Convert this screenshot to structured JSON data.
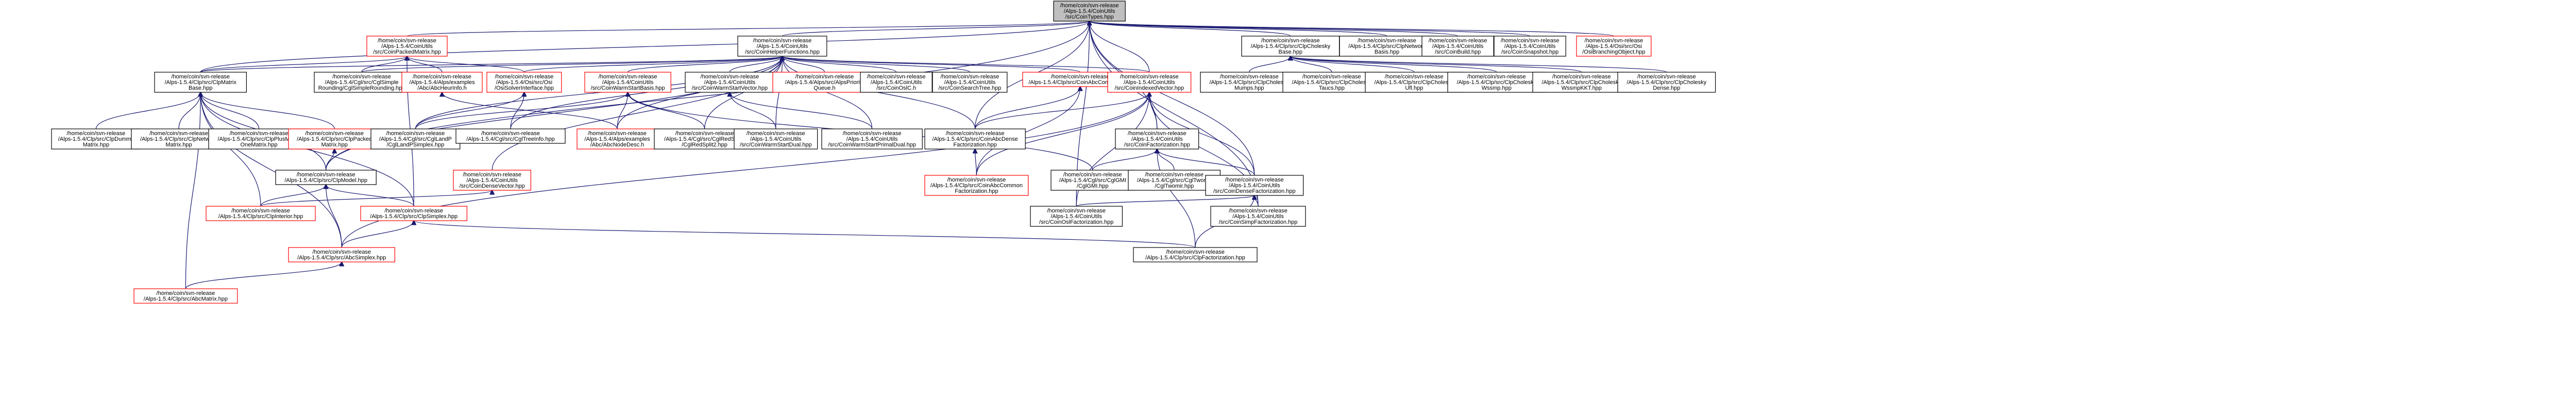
{
  "graph": {
    "nodes": [
      {
        "id": "root",
        "lines": [
          "/home/coin/svn-release",
          "/Alps-1.5.4/CoinUtils",
          "/src/CoinTypes.hpp"
        ],
        "style": "root"
      },
      {
        "id": "coinPackedMatrix",
        "lines": [
          "/home/coin/svn-release",
          "/Alps-1.5.4/CoinUtils",
          "/src/CoinPackedMatrix.hpp"
        ],
        "style": "red"
      },
      {
        "id": "coinHelper",
        "lines": [
          "/home/coin/svn-release",
          "/Alps-1.5.4/CoinUtils",
          "/src/CoinHelperFunctions.hpp"
        ],
        "style": "black"
      },
      {
        "id": "clpCholeskyBase",
        "lines": [
          "/home/coin/svn-release",
          "/Alps-1.5.4/Clp/src/ClpCholesky",
          "Base.hpp"
        ],
        "style": "black"
      },
      {
        "id": "clpNetworkBasis",
        "lines": [
          "/home/coin/svn-release",
          "/Alps-1.5.4/Clp/src/ClpNetwork",
          "Basis.hpp"
        ],
        "style": "black"
      },
      {
        "id": "coinBuild",
        "lines": [
          "/home/coin/svn-release",
          "/Alps-1.5.4/CoinUtils",
          "/src/CoinBuild.hpp"
        ],
        "style": "black"
      },
      {
        "id": "coinSnapshot",
        "lines": [
          "/home/coin/svn-release",
          "/Alps-1.5.4/CoinUtils",
          "/src/CoinSnapshot.hpp"
        ],
        "style": "black"
      },
      {
        "id": "osiBranching",
        "lines": [
          "/home/coin/svn-release",
          "/Alps-1.5.4/Osi/src/Osi",
          "/OsiBranchingObject.hpp"
        ],
        "style": "red"
      },
      {
        "id": "clpMatrixBase",
        "lines": [
          "/home/coin/svn-release",
          "/Alps-1.5.4/Clp/src/ClpMatrix",
          "Base.hpp"
        ],
        "style": "black"
      },
      {
        "id": "cglSimpleRounding",
        "lines": [
          "/home/coin/svn-release",
          "/Alps-1.5.4/Cgl/src/CglSimple",
          "Rounding/CglSimpleRounding.hpp"
        ],
        "style": "black"
      },
      {
        "id": "abcHeurInfo",
        "lines": [
          "/home/coin/svn-release",
          "/Alps-1.5.4/Alps/examples",
          "/Abc/AbcHeurInfo.h"
        ],
        "style": "red"
      },
      {
        "id": "osiSolverInterface",
        "lines": [
          "/home/coin/svn-release",
          "/Alps-1.5.4/Osi/src/Osi",
          "/OsiSolverInterface.hpp"
        ],
        "style": "red"
      },
      {
        "id": "coinWarmStartBasis",
        "lines": [
          "/home/coin/svn-release",
          "/Alps-1.5.4/CoinUtils",
          "/src/CoinWarmStartBasis.hpp"
        ],
        "style": "red"
      },
      {
        "id": "coinWarmStartVector",
        "lines": [
          "/home/coin/svn-release",
          "/Alps-1.5.4/CoinUtils",
          "/src/CoinWarmStartVector.hpp"
        ],
        "style": "black"
      },
      {
        "id": "alpsPriorityQueue",
        "lines": [
          "/home/coin/svn-release",
          "/Alps-1.5.4/Alps/src/AlpsPriority",
          "Queue.h"
        ],
        "style": "red"
      },
      {
        "id": "coinOslC",
        "lines": [
          "/home/coin/svn-release",
          "/Alps-1.5.4/CoinUtils",
          "/src/CoinOslC.h"
        ],
        "style": "black"
      },
      {
        "id": "coinSearchTree",
        "lines": [
          "/home/coin/svn-release",
          "/Alps-1.5.4/CoinUtils",
          "/src/CoinSearchTree.hpp"
        ],
        "style": "black"
      },
      {
        "id": "coinAbcCommon",
        "lines": [
          "/home/coin/svn-release",
          "/Alps-1.5.4/Clp/src/CoinAbcCommon.hpp"
        ],
        "style": "red"
      },
      {
        "id": "coinIndexedVector",
        "lines": [
          "/home/coin/svn-release",
          "/Alps-1.5.4/CoinUtils",
          "/src/CoinIndexedVector.hpp"
        ],
        "style": "red"
      },
      {
        "id": "clpCholeskyMumps",
        "lines": [
          "/home/coin/svn-release",
          "/Alps-1.5.4/Clp/src/ClpCholesky",
          "Mumps.hpp"
        ],
        "style": "black"
      },
      {
        "id": "clpCholeskyTaucs",
        "lines": [
          "/home/coin/svn-release",
          "/Alps-1.5.4/Clp/src/ClpCholesky",
          "Taucs.hpp"
        ],
        "style": "black"
      },
      {
        "id": "clpCholeskyUfl",
        "lines": [
          "/home/coin/svn-release",
          "/Alps-1.5.4/Clp/src/ClpCholesky",
          "Ufl.hpp"
        ],
        "style": "black"
      },
      {
        "id": "clpCholeskyWssmp",
        "lines": [
          "/home/coin/svn-release",
          "/Alps-1.5.4/Clp/src/ClpCholesky",
          "Wssmp.hpp"
        ],
        "style": "black"
      },
      {
        "id": "clpCholeskyWssmpKKT",
        "lines": [
          "/home/coin/svn-release",
          "/Alps-1.5.4/Clp/src/ClpCholesky",
          "WssmpKKT.hpp"
        ],
        "style": "black"
      },
      {
        "id": "clpCholeskyDense",
        "lines": [
          "/home/coin/svn-release",
          "/Alps-1.5.4/Clp/src/ClpCholesky",
          "Dense.hpp"
        ],
        "style": "black"
      },
      {
        "id": "clpDummyMatrix",
        "lines": [
          "/home/coin/svn-release",
          "/Alps-1.5.4/Clp/src/ClpDummy",
          "Matrix.hpp"
        ],
        "style": "black"
      },
      {
        "id": "clpNetworkMatrix",
        "lines": [
          "/home/coin/svn-release",
          "/Alps-1.5.4/Clp/src/ClpNetwork",
          "Matrix.hpp"
        ],
        "style": "black"
      },
      {
        "id": "clpPlusMinusOne",
        "lines": [
          "/home/coin/svn-release",
          "/Alps-1.5.4/Clp/src/ClpPlusMinus",
          "OneMatrix.hpp"
        ],
        "style": "black"
      },
      {
        "id": "clpPackedMatrix",
        "lines": [
          "/home/coin/svn-release",
          "/Alps-1.5.4/Clp/src/ClpPacked",
          "Matrix.hpp"
        ],
        "style": "red"
      },
      {
        "id": "cglLandP",
        "lines": [
          "/home/coin/svn-release",
          "/Alps-1.5.4/Cgl/src/CglLandP",
          "/CglLandPSimplex.hpp"
        ],
        "style": "black"
      },
      {
        "id": "cglTreeInfo",
        "lines": [
          "/home/coin/svn-release",
          "/Alps-1.5.4/Cgl/src/CglTreeInfo.hpp"
        ],
        "style": "black"
      },
      {
        "id": "abcNodeDesc",
        "lines": [
          "/home/coin/svn-release",
          "/Alps-1.5.4/Alps/examples",
          "/Abc/AbcNodeDesc.h"
        ],
        "style": "red"
      },
      {
        "id": "cglRedSplit2",
        "lines": [
          "/home/coin/svn-release",
          "/Alps-1.5.4/Cgl/src/CglRedSplit2",
          "/CglRedSplit2.hpp"
        ],
        "style": "black"
      },
      {
        "id": "coinWarmStartDual",
        "lines": [
          "/home/coin/svn-release",
          "/Alps-1.5.4/CoinUtils",
          "/src/CoinWarmStartDual.hpp"
        ],
        "style": "black"
      },
      {
        "id": "coinWarmStartPrimalDual",
        "lines": [
          "/home/coin/svn-release",
          "/Alps-1.5.4/CoinUtils",
          "/src/CoinWarmStartPrimalDual.hpp"
        ],
        "style": "black"
      },
      {
        "id": "coinAbcDenseFactorization",
        "lines": [
          "/home/coin/svn-release",
          "/Alps-1.5.4/Clp/src/CoinAbcDense",
          "Factorization.hpp"
        ],
        "style": "black"
      },
      {
        "id": "coinFactorization",
        "lines": [
          "/home/coin/svn-release",
          "/Alps-1.5.4/CoinUtils",
          "/src/CoinFactorization.hpp"
        ],
        "style": "black"
      },
      {
        "id": "clpModel",
        "lines": [
          "/home/coin/svn-release",
          "/Alps-1.5.4/Clp/src/ClpModel.hpp"
        ],
        "style": "black"
      },
      {
        "id": "coinDenseVector",
        "lines": [
          "/home/coin/svn-release",
          "/Alps-1.5.4/CoinUtils",
          "/src/CoinDenseVector.hpp"
        ],
        "style": "red"
      },
      {
        "id": "coinAbcCommonFactorization",
        "lines": [
          "/home/coin/svn-release",
          "/Alps-1.5.4/Clp/src/CoinAbcCommon",
          "Factorization.hpp"
        ],
        "style": "red"
      },
      {
        "id": "cglGMI",
        "lines": [
          "/home/coin/svn-release",
          "/Alps-1.5.4/Cgl/src/CglGMI",
          "/CglGMI.hpp"
        ],
        "style": "black"
      },
      {
        "id": "cglTwomir",
        "lines": [
          "/home/coin/svn-release",
          "/Alps-1.5.4/Cgl/src/CglTwomir",
          "/CglTwomir.hpp"
        ],
        "style": "black"
      },
      {
        "id": "coinDenseFactorization",
        "lines": [
          "/home/coin/svn-release",
          "/Alps-1.5.4/CoinUtils",
          "/src/CoinDenseFactorization.hpp"
        ],
        "style": "black"
      },
      {
        "id": "clpInterior",
        "lines": [
          "/home/coin/svn-release",
          "/Alps-1.5.4/Clp/src/ClpInterior.hpp"
        ],
        "style": "red"
      },
      {
        "id": "clpSimplex",
        "lines": [
          "/home/coin/svn-release",
          "/Alps-1.5.4/Clp/src/ClpSimplex.hpp"
        ],
        "style": "red"
      },
      {
        "id": "coinOslFactorization",
        "lines": [
          "/home/coin/svn-release",
          "/Alps-1.5.4/CoinUtils",
          "/src/CoinOslFactorization.hpp"
        ],
        "style": "black"
      },
      {
        "id": "coinSimpFactorization",
        "lines": [
          "/home/coin/svn-release",
          "/Alps-1.5.4/CoinUtils",
          "/src/CoinSimpFactorization.hpp"
        ],
        "style": "black"
      },
      {
        "id": "abcSimplex",
        "lines": [
          "/home/coin/svn-release",
          "/Alps-1.5.4/Clp/src/AbcSimplex.hpp"
        ],
        "style": "red"
      },
      {
        "id": "clpFactorization",
        "lines": [
          "/home/coin/svn-release",
          "/Alps-1.5.4/Clp/src/ClpFactorization.hpp"
        ],
        "style": "black"
      },
      {
        "id": "abcMatrix",
        "lines": [
          "/home/coin/svn-release",
          "/Alps-1.5.4/Clp/src/AbcMatrix.hpp"
        ],
        "style": "red"
      }
    ],
    "edges": [
      [
        "coinPackedMatrix",
        "root"
      ],
      [
        "coinHelper",
        "root"
      ],
      [
        "clpCholeskyBase",
        "root"
      ],
      [
        "clpNetworkBasis",
        "root"
      ],
      [
        "coinBuild",
        "root"
      ],
      [
        "coinSnapshot",
        "root"
      ],
      [
        "osiBranching",
        "root"
      ],
      [
        "clpMatrixBase",
        "root"
      ],
      [
        "clpModel",
        "root"
      ],
      [
        "coinIndexedVector",
        "root"
      ],
      [
        "coinFactorization",
        "root"
      ],
      [
        "coinDenseFactorization",
        "root"
      ],
      [
        "coinOslFactorization",
        "root"
      ],
      [
        "coinSimpFactorization",
        "root"
      ],
      [
        "coinAbcDenseFactorization",
        "root"
      ],
      [
        "clpMatrixBase",
        "coinPackedMatrix"
      ],
      [
        "cglSimpleRounding",
        "coinPackedMatrix"
      ],
      [
        "abcHeurInfo",
        "coinPackedMatrix"
      ],
      [
        "osiSolverInterface",
        "coinPackedMatrix"
      ],
      [
        "clpSimplex",
        "coinPackedMatrix"
      ],
      [
        "clpMatrixBase",
        "coinHelper"
      ],
      [
        "cglSimpleRounding",
        "coinHelper"
      ],
      [
        "osiSolverInterface",
        "coinHelper"
      ],
      [
        "coinWarmStartBasis",
        "coinHelper"
      ],
      [
        "coinWarmStartVector",
        "coinHelper"
      ],
      [
        "alpsPriorityQueue",
        "coinHelper"
      ],
      [
        "coinOslC",
        "coinHelper"
      ],
      [
        "coinSearchTree",
        "coinHelper"
      ],
      [
        "coinAbcCommon",
        "coinHelper"
      ],
      [
        "coinIndexedVector",
        "coinHelper"
      ],
      [
        "cglLandP",
        "coinHelper"
      ],
      [
        "cglTreeInfo",
        "coinHelper"
      ],
      [
        "abcNodeDesc",
        "coinHelper"
      ],
      [
        "cglRedSplit2",
        "coinHelper"
      ],
      [
        "coinWarmStartDual",
        "coinHelper"
      ],
      [
        "coinWarmStartPrimalDual",
        "coinHelper"
      ],
      [
        "coinDenseVector",
        "coinHelper"
      ],
      [
        "clpModel",
        "coinHelper"
      ],
      [
        "coinAbcDenseFactorization",
        "coinHelper"
      ],
      [
        "clpCholeskyMumps",
        "clpCholeskyBase"
      ],
      [
        "clpCholeskyTaucs",
        "clpCholeskyBase"
      ],
      [
        "clpCholeskyUfl",
        "clpCholeskyBase"
      ],
      [
        "clpCholeskyWssmp",
        "clpCholeskyBase"
      ],
      [
        "clpCholeskyWssmpKKT",
        "clpCholeskyBase"
      ],
      [
        "clpCholeskyDense",
        "clpCholeskyBase"
      ],
      [
        "clpDummyMatrix",
        "clpMatrixBase"
      ],
      [
        "clpNetworkMatrix",
        "clpMatrixBase"
      ],
      [
        "clpPlusMinusOne",
        "clpMatrixBase"
      ],
      [
        "clpPackedMatrix",
        "clpMatrixBase"
      ],
      [
        "clpModel",
        "clpMatrixBase"
      ],
      [
        "clpInterior",
        "clpMatrixBase"
      ],
      [
        "clpSimplex",
        "clpMatrixBase"
      ],
      [
        "abcSimplex",
        "clpMatrixBase"
      ],
      [
        "abcMatrix",
        "clpMatrixBase"
      ],
      [
        "cglLandP",
        "osiSolverInterface"
      ],
      [
        "cglTreeInfo",
        "osiSolverInterface"
      ],
      [
        "abcNodeDesc",
        "coinWarmStartBasis"
      ],
      [
        "cglRedSplit2",
        "coinWarmStartBasis"
      ],
      [
        "cglLandP",
        "coinWarmStartBasis"
      ],
      [
        "cglGMI",
        "coinWarmStartBasis"
      ],
      [
        "abcNodeDesc",
        "abcHeurInfo"
      ],
      [
        "coinWarmStartDual",
        "coinWarmStartVector"
      ],
      [
        "coinWarmStartPrimalDual",
        "coinWarmStartVector"
      ],
      [
        "coinAbcDenseFactorization",
        "coinAbcCommon"
      ],
      [
        "coinAbcCommonFactorization",
        "coinAbcCommon"
      ],
      [
        "coinAbcCommonFactorization",
        "coinAbcDenseFactorization"
      ],
      [
        "coinFactorization",
        "coinIndexedVector"
      ],
      [
        "coinAbcDenseFactorization",
        "coinIndexedVector"
      ],
      [
        "coinAbcCommonFactorization",
        "coinIndexedVector"
      ],
      [
        "coinDenseFactorization",
        "coinIndexedVector"
      ],
      [
        "coinOslFactorization",
        "coinIndexedVector"
      ],
      [
        "coinSimpFactorization",
        "coinIndexedVector"
      ],
      [
        "abcSimplex",
        "coinIndexedVector"
      ],
      [
        "cglGMI",
        "coinFactorization"
      ],
      [
        "cglTwomir",
        "coinFactorization"
      ],
      [
        "coinDenseFactorization",
        "coinFactorization"
      ],
      [
        "clpFactorization",
        "coinFactorization"
      ],
      [
        "coinOslFactorization",
        "coinDenseFactorization"
      ],
      [
        "coinSimpFactorization",
        "coinDenseFactorization"
      ],
      [
        "clpFactorization",
        "coinDenseFactorization"
      ],
      [
        "clpInterior",
        "clpModel"
      ],
      [
        "clpSimplex",
        "clpModel"
      ],
      [
        "abcSimplex",
        "clpModel"
      ],
      [
        "clpInterior",
        "coinDenseVector"
      ],
      [
        "clpModel",
        "clpPackedMatrix"
      ],
      [
        "abcSimplex",
        "clpSimplex"
      ],
      [
        "clpFactorization",
        "clpSimplex"
      ],
      [
        "abcMatrix",
        "abcSimplex"
      ]
    ]
  }
}
